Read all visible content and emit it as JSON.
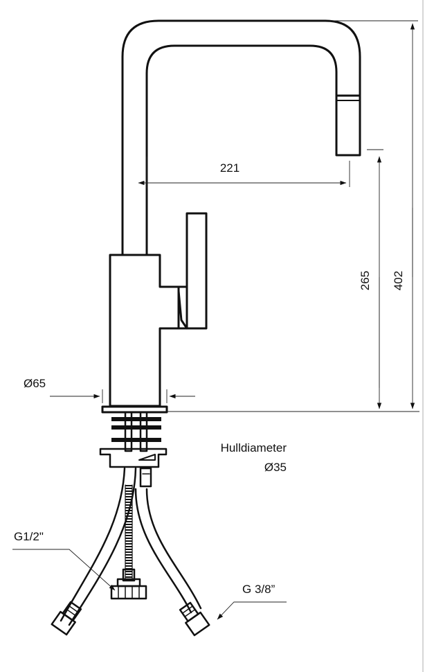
{
  "dimensions": {
    "spout_reach": "221",
    "spout_height": "265",
    "total_height": "402",
    "base_diameter": "Ø65"
  },
  "hole": {
    "line1": "Hulldiameter",
    "line2": "Ø35"
  },
  "connections": {
    "water_inlet": "G1/2\"",
    "hose_fitting": "G 3/8”"
  },
  "colors": {
    "line": "#111111",
    "background": "#ffffff"
  }
}
